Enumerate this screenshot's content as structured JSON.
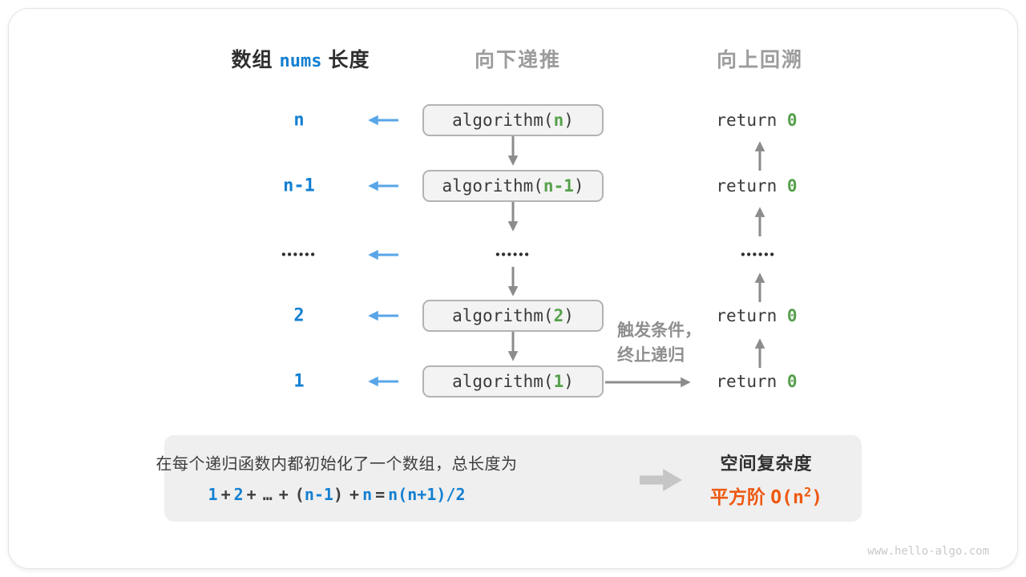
{
  "colors": {
    "blue": "#1380d2",
    "arrow_blue": "#58a6e8",
    "green": "#55a04b",
    "gray": "#8c8c8c",
    "header_gray": "#9c9c9c",
    "dark": "#2f2f2f",
    "orange": "#ee5810"
  },
  "headers": {
    "left_prefix": "数组",
    "left_code": "nums",
    "left_suffix": "长度",
    "middle": "向下递推",
    "right": "向上回溯"
  },
  "dots": "••••••",
  "rows": [
    {
      "label": "n",
      "call_open": "algorithm(",
      "arg": "n",
      "call_close": ")",
      "ret_kw": "return",
      "ret_val": "0"
    },
    {
      "label": "n-1",
      "call_open": "algorithm(",
      "arg": "n-1",
      "call_close": ")",
      "ret_kw": "return",
      "ret_val": "0"
    },
    {
      "label": "2",
      "call_open": "algorithm(",
      "arg": "2",
      "call_close": ")",
      "ret_kw": "return",
      "ret_val": "0"
    },
    {
      "label": "1",
      "call_open": "algorithm(",
      "arg": "1",
      "call_close": ")",
      "ret_kw": "return",
      "ret_val": "0"
    }
  ],
  "annotation": {
    "line1": "触发条件，",
    "line2": "终止递归"
  },
  "summary": {
    "line1": "在每个递归函数内都初始化了一个数组，总长度为",
    "formula": {
      "t1": "1",
      "op1": "+",
      "t2": "2",
      "op2": "+",
      "dots": "…",
      "op3": "+",
      "p_open": "(",
      "t3": "n-1",
      "p_close": ")",
      "op4": "+",
      "t4": "n",
      "eq": "=",
      "rhs": "n(n+1)/2"
    },
    "result": {
      "title": "空间复杂度",
      "prefix": "平方阶 ",
      "big_o_open": "O(n",
      "sup": "2",
      "big_o_close": ")"
    }
  },
  "watermark": "www.hello-algo.com"
}
